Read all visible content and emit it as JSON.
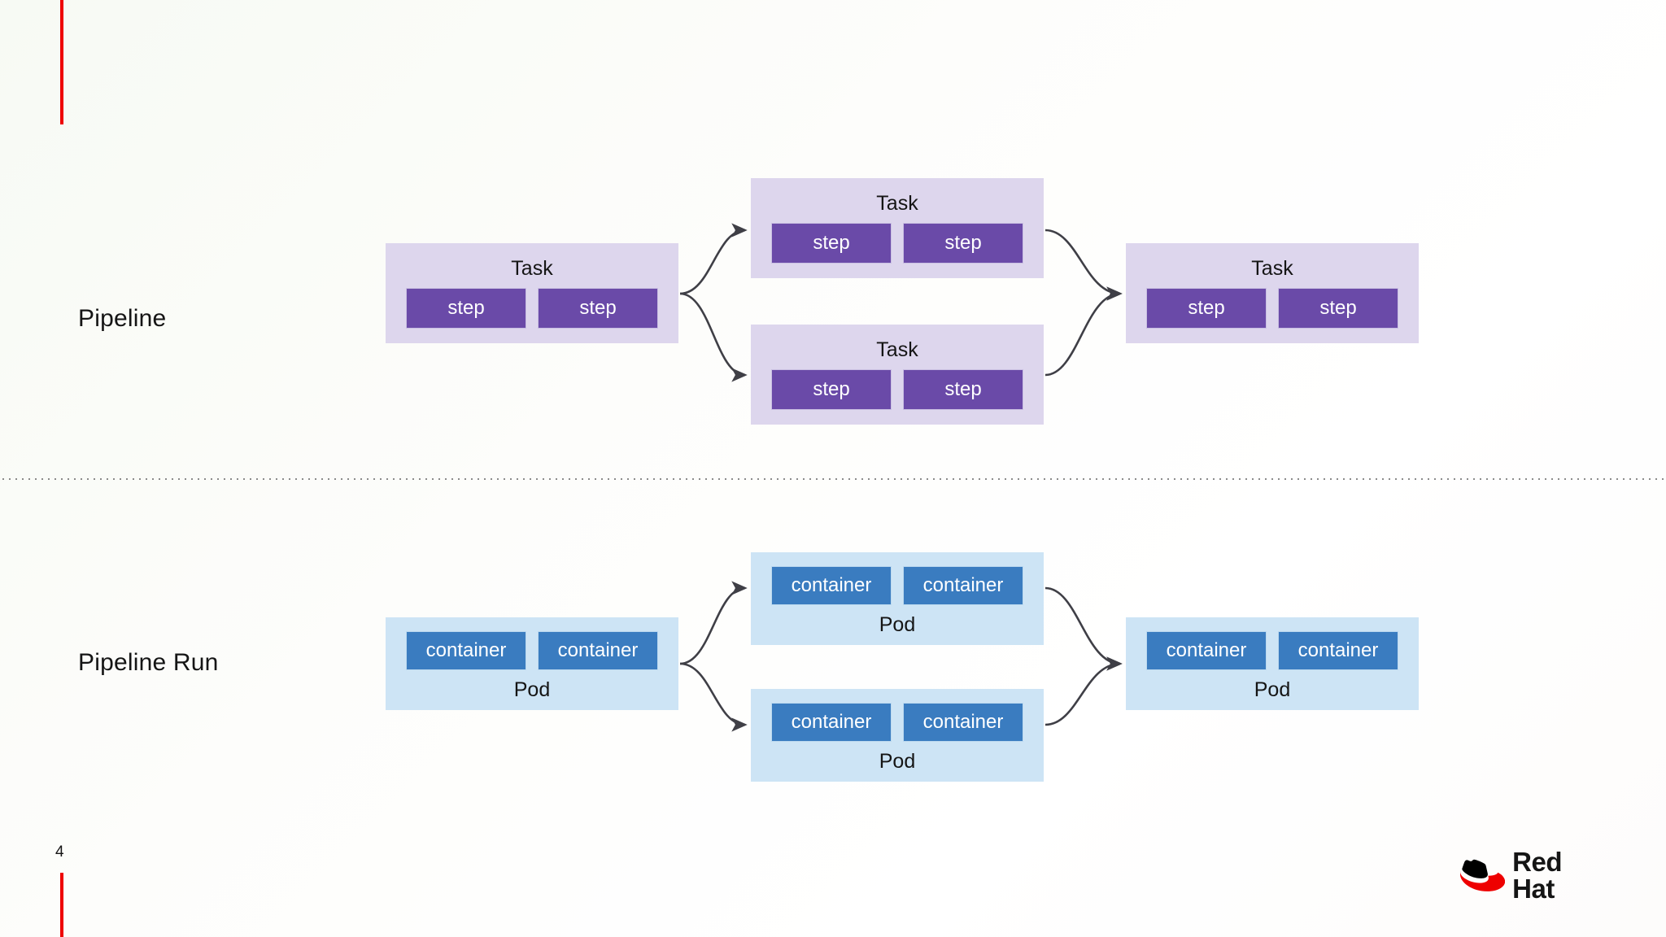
{
  "slide": {
    "page_number": "4",
    "brand": "Red Hat",
    "logo_icon": "red-hat-fedora-icon",
    "accent_color": "#ee0000",
    "background": "#ffffff"
  },
  "rows": [
    {
      "id": "pipeline",
      "label": "Pipeline",
      "kind": "task",
      "box_color": "#ddd6ed",
      "chip_color": "#6a4aa8",
      "groups": [
        {
          "title": "Task",
          "chips": [
            "step",
            "step"
          ]
        },
        {
          "title": "Task",
          "chips": [
            "step",
            "step"
          ]
        },
        {
          "title": "Task",
          "chips": [
            "step",
            "step"
          ]
        },
        {
          "title": "Task",
          "chips": [
            "step",
            "step"
          ]
        }
      ]
    },
    {
      "id": "pipeline-run",
      "label": "Pipeline Run",
      "kind": "pod",
      "box_color": "#cde4f5",
      "chip_color": "#3a7cc0",
      "groups": [
        {
          "title": "Pod",
          "chips": [
            "container",
            "container"
          ]
        },
        {
          "title": "Pod",
          "chips": [
            "container",
            "container"
          ]
        },
        {
          "title": "Pod",
          "chips": [
            "container",
            "container"
          ]
        },
        {
          "title": "Pod",
          "chips": [
            "container",
            "container"
          ]
        }
      ]
    }
  ],
  "pipeline": {
    "label": "Pipeline",
    "task_start": {
      "title": "Task",
      "step_a": "step",
      "step_b": "step"
    },
    "task_top": {
      "title": "Task",
      "step_a": "step",
      "step_b": "step"
    },
    "task_bottom": {
      "title": "Task",
      "step_a": "step",
      "step_b": "step"
    },
    "task_end": {
      "title": "Task",
      "step_a": "step",
      "step_b": "step"
    }
  },
  "pipeline_run": {
    "label": "Pipeline Run",
    "pod_start": {
      "title": "Pod",
      "container_a": "container",
      "container_b": "container"
    },
    "pod_top": {
      "title": "Pod",
      "container_a": "container",
      "container_b": "container"
    },
    "pod_bottom": {
      "title": "Pod",
      "container_a": "container",
      "container_b": "container"
    },
    "pod_end": {
      "title": "Pod",
      "container_a": "container",
      "container_b": "container"
    }
  },
  "connectors": {
    "color": "#3f3f46",
    "style": "curved-arrow",
    "pipeline_split": [
      "task_start->task_top",
      "task_start->task_bottom"
    ],
    "pipeline_merge": [
      "task_top->task_end",
      "task_bottom->task_end"
    ],
    "run_split": [
      "pod_start->pod_top",
      "pod_start->pod_bottom"
    ],
    "run_merge": [
      "pod_top->pod_end",
      "pod_bottom->pod_end"
    ]
  }
}
